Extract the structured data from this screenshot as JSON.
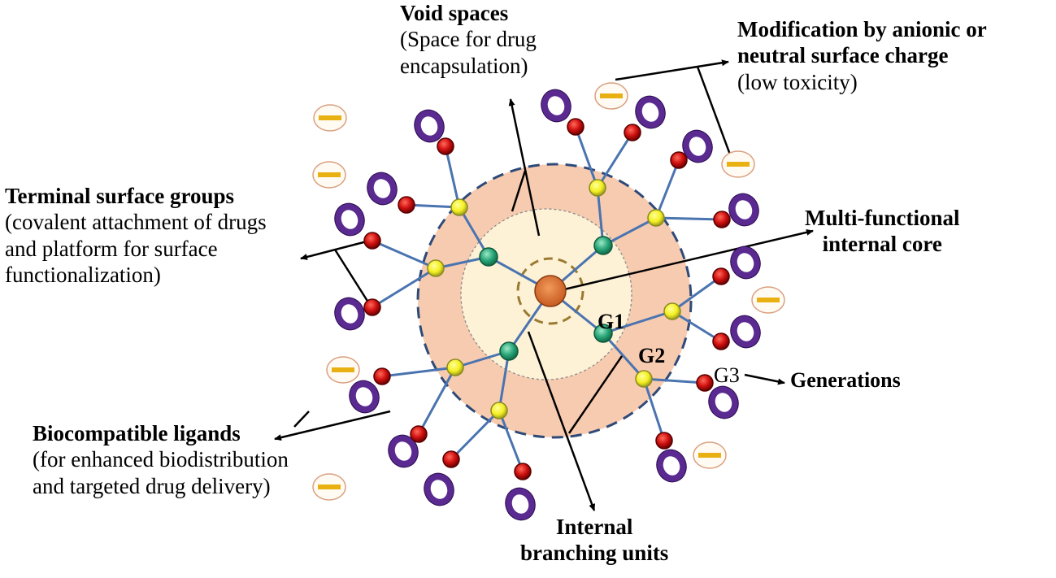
{
  "labels": {
    "void_spaces": {
      "title": "Void spaces",
      "desc_line1": "(Space for drug",
      "desc_line2": "encapsulation)"
    },
    "modification": {
      "title_line1": "Modification by anionic or",
      "title_line2": "neutral surface charge",
      "desc": "(low toxicity)"
    },
    "terminal": {
      "title": "Terminal surface groups",
      "desc_line1": "(covalent attachment of drugs",
      "desc_line2": "and platform for surface",
      "desc_line3": "functionalization)"
    },
    "core": {
      "title_line1": "Multi-functional",
      "title_line2": "internal core"
    },
    "biocompatible": {
      "title": "Biocompatible ligands",
      "desc_line1": "(for enhanced biodistribution",
      "desc_line2": "and targeted drug delivery)"
    },
    "branching": {
      "title_line1": "Internal",
      "title_line2": "branching units"
    },
    "generations": {
      "g1": "G1",
      "g2": "G2",
      "g3": "G3",
      "title": "Generations"
    }
  },
  "colors": {
    "outer_shell": "#f7cbb0",
    "inner_shell": "#fdf1d6",
    "core": "#e07a3c",
    "branch_line": "#4a74b0",
    "dashed_border": "#2e4a78",
    "g1_node": "#2aa87a",
    "g2_node": "#f2ee2a",
    "terminal_node": "#cc1010",
    "ligand_ring": "#5a2a90",
    "charge_badge_border": "#d9a080",
    "charge_bar": "#e8b010"
  }
}
